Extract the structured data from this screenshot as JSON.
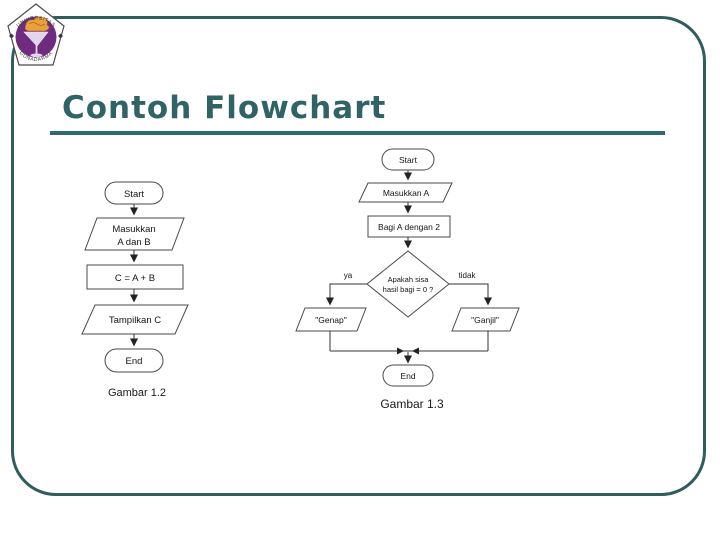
{
  "slide": {
    "title": "Contoh Flowchart",
    "colors": {
      "accent": "#2F6366",
      "title_rule": "#2E6B6B",
      "slide_border": "#2F5C5C",
      "shape_stroke": "#4a4a4a",
      "flow_text": "#141414",
      "logo_purple": "#6E2B80",
      "logo_gold": "#E8A23C"
    }
  },
  "logo": {
    "top_text": "UNIVERSITAS",
    "bottom_text": "GUNADARMA"
  },
  "left_flowchart": {
    "start": "Start",
    "input_line1": "Masukkan",
    "input_line2": "A dan B",
    "process": "C = A + B",
    "output": "Tampilkan C",
    "end": "End",
    "caption": "Gambar 1.2"
  },
  "right_flowchart": {
    "start": "Start",
    "input": "Masukkan A",
    "process": "Bagi A dengan 2",
    "decision_line1": "Apakah sisa",
    "decision_line2": "hasil bagi = 0 ?",
    "yes_label": "ya",
    "no_label": "tidak",
    "yes_output": "\"Genap\"",
    "no_output": "\"Ganjil\"",
    "end": "End",
    "caption": "Gambar 1.3"
  }
}
